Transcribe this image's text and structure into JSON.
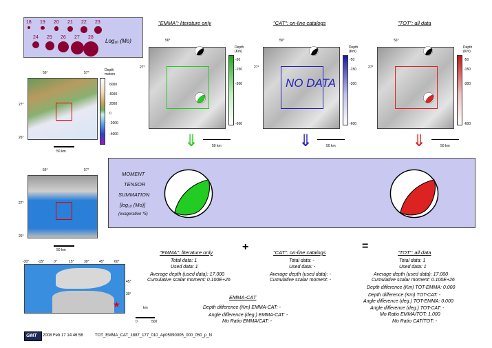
{
  "legend": {
    "magnitudes_row1": [
      "18",
      "19",
      "20",
      "21",
      "22",
      "23"
    ],
    "magnitudes_row2": [
      "24",
      "25",
      "26",
      "27",
      "28"
    ],
    "label": "Log₁₀ (Mo)"
  },
  "topo_map": {
    "cbar_title": "Depth meters",
    "cbar_ticks": [
      "6000",
      "4000",
      "2000",
      "0",
      "-2000",
      "-4000"
    ],
    "lon_ticks": [
      "56°",
      "57°"
    ],
    "lat_ticks": [
      "27°",
      "26°"
    ],
    "scale": "50 km"
  },
  "panels": [
    {
      "header": "\"EMMA\": literature only",
      "no_data": "",
      "cbar_title": "Depth (Km)",
      "color": "#22cc22"
    },
    {
      "header": "\"CAT\": on-line catalogs",
      "no_data": "NO DATA",
      "cbar_title": "Depth (Km)",
      "color": "#2222bb"
    },
    {
      "header": "\"TOT\": all data",
      "no_data": "",
      "cbar_title": "Depth (Km)",
      "color": "#dd2222"
    }
  ],
  "panel_common": {
    "lon_tick": "56°",
    "lat_tick": "27°",
    "cbar_ticks": [
      "-50",
      "-150",
      "-300",
      "-600"
    ],
    "scale": "50 km"
  },
  "arrows": [
    "⇓",
    "⇓",
    "⇓"
  ],
  "summary": {
    "line1": "MOMENT",
    "line2": "TENSOR",
    "line3": "SUMMATION",
    "line4": "[log₁₀ (Mo)]",
    "line5": "(exageration *5)"
  },
  "bath_map": {
    "lon_ticks": [
      "56°",
      "57°"
    ],
    "lat_ticks": [
      "27°",
      "26°"
    ],
    "scale": "50 km"
  },
  "world_map": {
    "lon_ticks": [
      "-30°",
      "-15°",
      "0°",
      "15°",
      "30°",
      "45°",
      "60°"
    ],
    "lat_ticks": [
      "45°",
      "30°"
    ],
    "scale_label": "km",
    "scale_ticks": [
      "0",
      "500"
    ]
  },
  "operators": {
    "plus": "+",
    "equals": "="
  },
  "emma_stats": {
    "header": "\"EMMA\": literature only",
    "total": "Total data:     1",
    "used": "Used data:     1",
    "avg_depth": "Average depth (used data):     17.000",
    "cum_moment": "Cumulative scalar moment:  0.100E+26"
  },
  "cat_stats": {
    "header": "\"CAT\": on-line catalogs",
    "total": "Total data: -",
    "used": "Used data: -",
    "avg_depth": "Average depth (used data): -",
    "cum_moment": "Cumulative scalar moment: -"
  },
  "tot_stats": {
    "header": "\"TOT\": all data",
    "total": "Total data:     1",
    "used": "Used data:     1",
    "avg_depth": "Average depth (used data):     17.000",
    "cum_moment": "Cumulative scalar moment:  0.100E+26",
    "depth_diff_tot_emma": "Depth difference (Km) TOT-EMMA:     0.000",
    "depth_diff_tot_cat": "Depth difference (Km) TOT-CAT: -",
    "angle_diff_tot_emma": "Angle difference (deg.) TOT-EMMA:     0.000",
    "angle_diff_tot_cat": "Angle difference (deg.) TOT-CAT: -",
    "mo_ratio_emma_tot": "Mo Ratio EMMA/TOT:     1.000",
    "mo_ratio_cat_tot": "Mo Ratio CAT/TOT: -"
  },
  "emma_cat": {
    "header": "EMMA-CAT",
    "depth_diff": "Depth difference (Km) EMMA-CAT: -",
    "angle_diff": "Angle difference (deg.) EMMA-CAT: -",
    "mo_ratio": "Mo Ratio EMMA/CAT: -"
  },
  "footer": {
    "logo": "GMT",
    "timestamp": "2008 Feb 17 14:46:58",
    "filename": "TOT_EMMA_CAT_1887_177_010_Ap05090005_000_050_p_N"
  },
  "colors": {
    "panel_bg": "#c8c8f0",
    "emma": "#22cc22",
    "cat": "#2222bb",
    "tot": "#dd2222",
    "ball": "#8a0033"
  }
}
